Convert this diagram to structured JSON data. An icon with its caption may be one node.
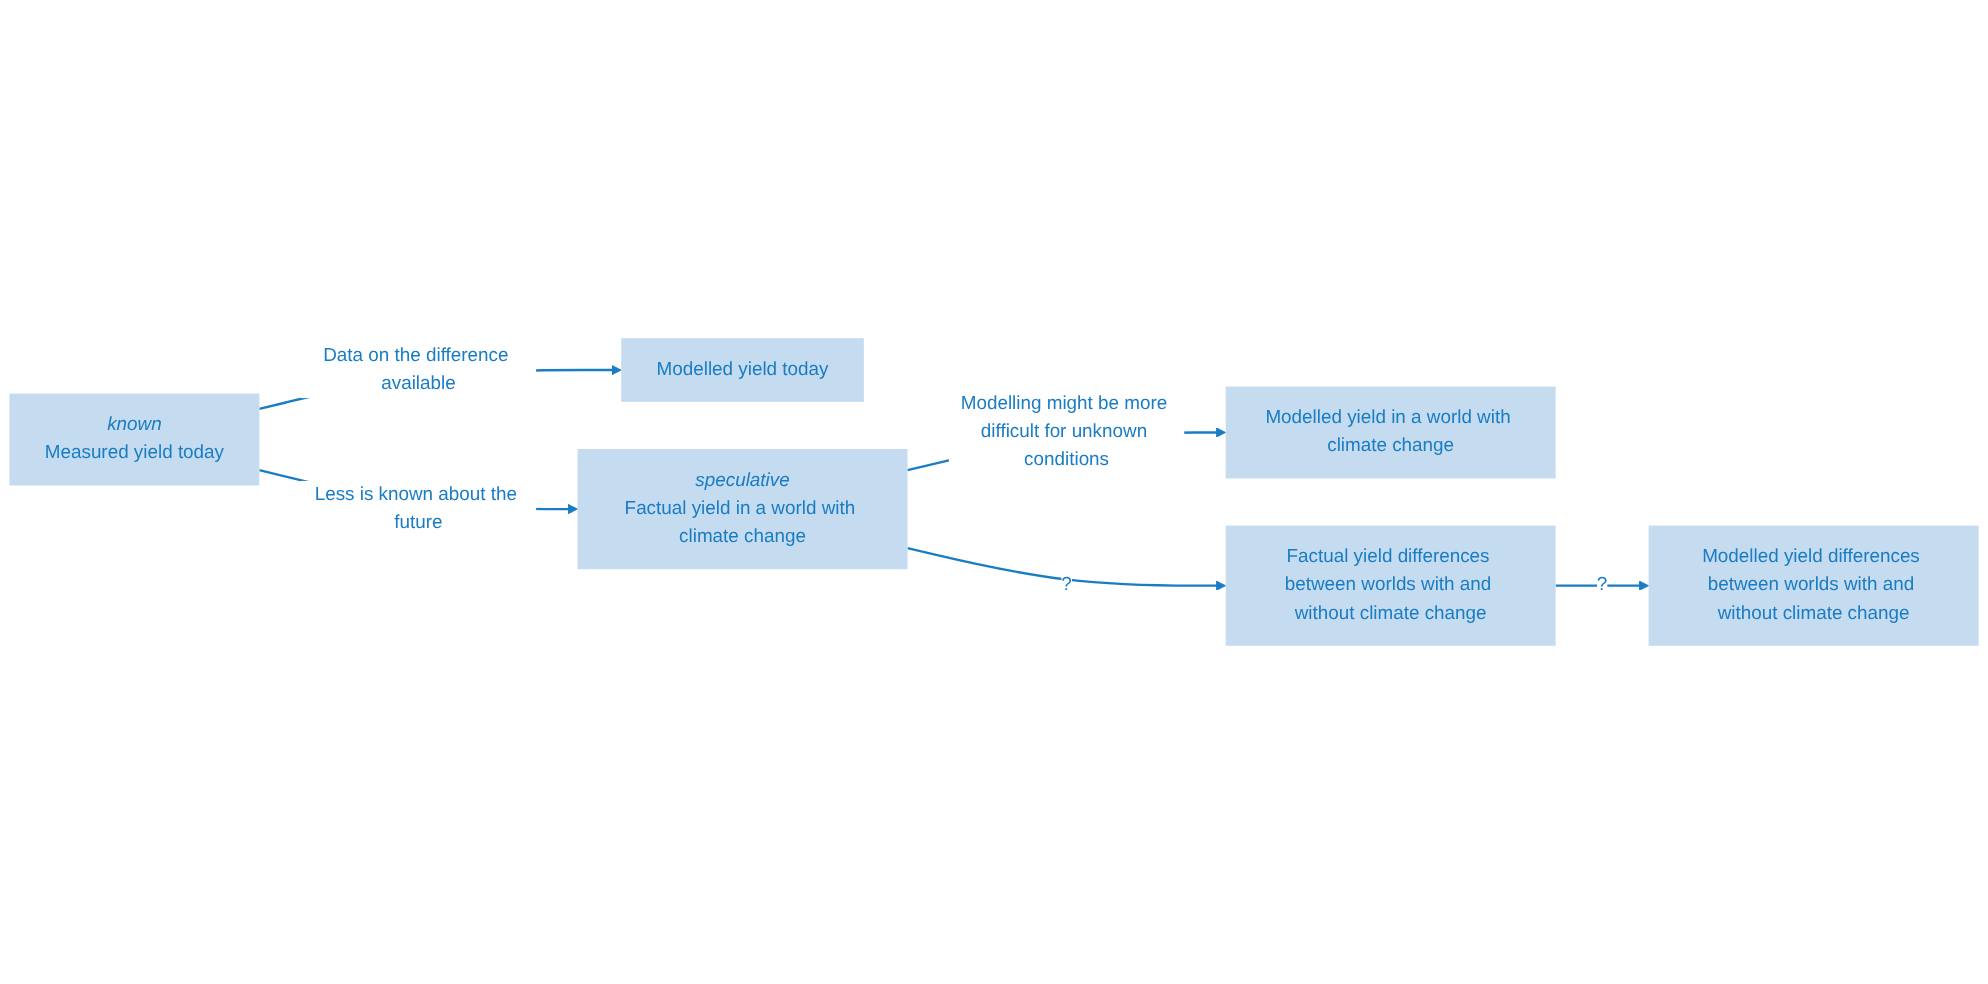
{
  "diagram": {
    "nodes": [
      {
        "text": [
          "known",
          "Measured yield today"
        ]
      },
      {
        "text": [
          "Modelled yield today"
        ]
      },
      {
        "text": [
          "speculative",
          "Factual yield in a world with climate change"
        ]
      },
      {
        "text": [
          "Modelled yield in a world with climate change"
        ]
      },
      {
        "text": [
          "Factual yield differences between worlds with and without climate change"
        ]
      },
      {
        "text": [
          "Modelled yield differences between worlds with and without climate change"
        ]
      }
    ],
    "edges": [
      {
        "from": 0,
        "to": 1,
        "arrow": "to",
        "label": "Data on the difference available"
      },
      {
        "from": 0,
        "to": 2,
        "arrow": "to",
        "label": "Less is known about the future"
      },
      {
        "from": 2,
        "to": 3,
        "arrow": "to",
        "label": "Modelling might be more difficult for unknown conditions"
      },
      {
        "from": 2,
        "to": 4,
        "arrow": "to",
        "label": "?"
      },
      {
        "from": 4,
        "to": 5,
        "arrow": "to",
        "label": "?"
      }
    ]
  }
}
